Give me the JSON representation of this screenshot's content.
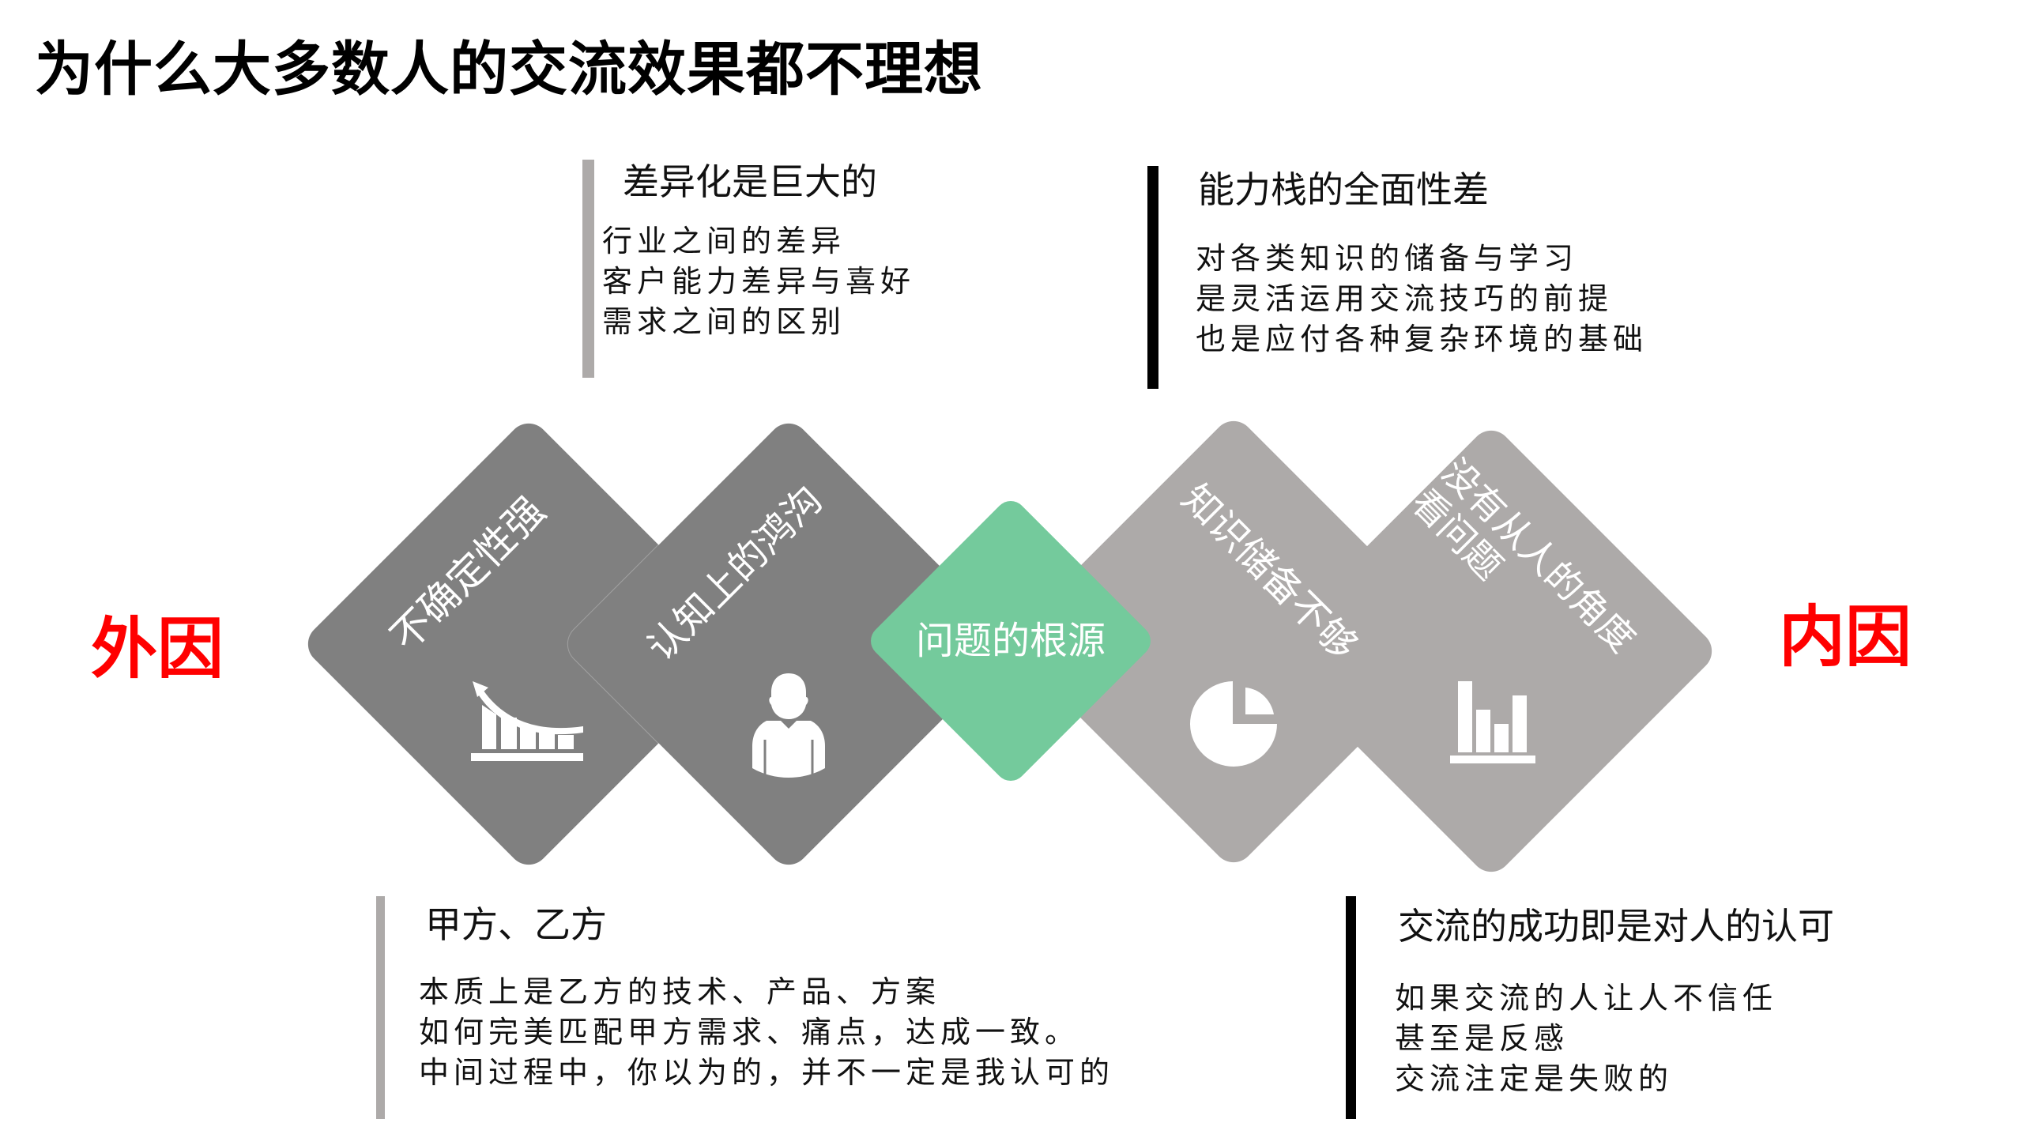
{
  "title": "为什么大多数人的交流效果都不理想",
  "colors": {
    "left_diamond": "#808080",
    "right_diamond": "#ADAAA9",
    "center_diamond": "#74CA9C",
    "side_label": "#FF0000",
    "bar_light": "#ADAAA9",
    "bar_dark": "#000000"
  },
  "side_labels": {
    "left": "外因",
    "right": "内因"
  },
  "center": {
    "label": "问题的根源"
  },
  "diamonds": [
    {
      "label": "不确定性强",
      "icon": "declining-bar-chart-icon",
      "side": "external"
    },
    {
      "label": "认知上的鸿沟",
      "icon": "person-icon",
      "side": "external"
    },
    {
      "label": "知识储备不够",
      "icon": "pie-chart-icon",
      "side": "internal"
    },
    {
      "label": "没有从人的角度\n看问题",
      "icon": "bar-chart-icon",
      "side": "internal"
    }
  ],
  "notes": {
    "top_left": {
      "heading": "差异化是巨大的",
      "lines": [
        "行业之间的差异",
        "客户能力差异与喜好",
        "需求之间的区别"
      ]
    },
    "top_right": {
      "heading": "能力栈的全面性差",
      "lines": [
        "对各类知识的储备与学习",
        "是灵活运用交流技巧的前提",
        "也是应付各种复杂环境的基础"
      ]
    },
    "bottom_left": {
      "heading": "甲方、乙方",
      "lines": [
        "本质上是乙方的技术、产品、方案",
        "如何完美匹配甲方需求、痛点，达成一致。",
        "中间过程中，你以为的，并不一定是我认可的"
      ]
    },
    "bottom_right": {
      "heading": "交流的成功即是对人的认可",
      "lines": [
        "如果交流的人让人不信任",
        "甚至是反感",
        "交流注定是失败的"
      ]
    }
  }
}
